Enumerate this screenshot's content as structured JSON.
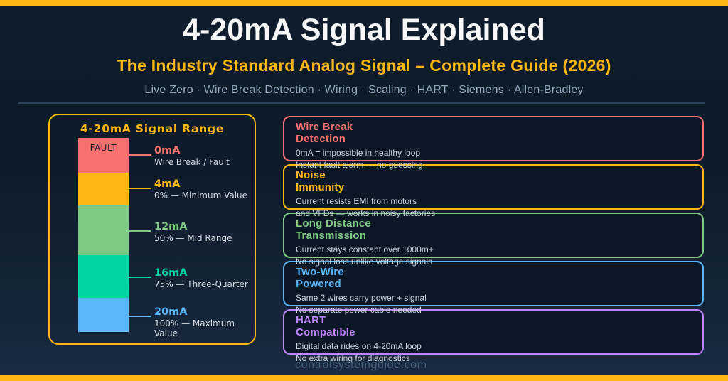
{
  "page": {
    "title": "4-20mA Signal Explained",
    "subtitle": "The Industry Standard Analog Signal – Complete Guide (2026)",
    "tagline": "Live Zero · Wire Break Detection · Wiring · Scaling · HART · Siemens · Allen-Bradley",
    "watermark": "controlsystemguide.com"
  },
  "colors": {
    "accent_amber": "#fcb713",
    "status_fault_red": "#f87171",
    "status_min_amber": "#fcb713",
    "status_mid_green": "#7ec983",
    "status_three_quarter_teal": "#02d3a4",
    "status_max_blue": "#5ab6f8",
    "accent_purple": "#c084fc",
    "background_top": "#0f1c2b",
    "background_bottom": "#1a2a41"
  },
  "range_panel": {
    "title": "4-20mA Signal Range",
    "fault_zone_label": "FAULT",
    "marks": [
      {
        "value": "0mA",
        "desc": "Wire Break / Fault",
        "color": "#f87171"
      },
      {
        "value": "4mA",
        "desc": "0% — Minimum Value",
        "color": "#fcb713"
      },
      {
        "value": "12mA",
        "desc": "50% — Mid Range",
        "color": "#7ec983"
      },
      {
        "value": "16mA",
        "desc": "75% — Three-Quarter",
        "color": "#02d3a4"
      },
      {
        "value": "20mA",
        "desc": "100% — Maximum Value",
        "color": "#5ab6f8"
      }
    ]
  },
  "benefit_cards": [
    {
      "title": "Wire Break\nDetection",
      "line1": "0mA = impossible in healthy loop",
      "line2": "Instant fault alarm — no guessing",
      "color": "#f87171"
    },
    {
      "title": "Noise\nImmunity",
      "line1": "Current resists EMI from motors",
      "line2": "and VFDs — works in noisy factories",
      "color": "#fcb713"
    },
    {
      "title": "Long Distance\nTransmission",
      "line1": "Current stays constant over 1000m+",
      "line2": "No signal loss unlike voltage signals",
      "color": "#7ec983"
    },
    {
      "title": "Two-Wire\nPowered",
      "line1": "Same 2 wires carry power + signal",
      "line2": "No separate power cable needed",
      "color": "#5ab6f8"
    },
    {
      "title": "HART\nCompatible",
      "line1": "Digital data rides on 4-20mA loop",
      "line2": "No extra wiring for diagnostics",
      "color": "#c084fc"
    }
  ]
}
